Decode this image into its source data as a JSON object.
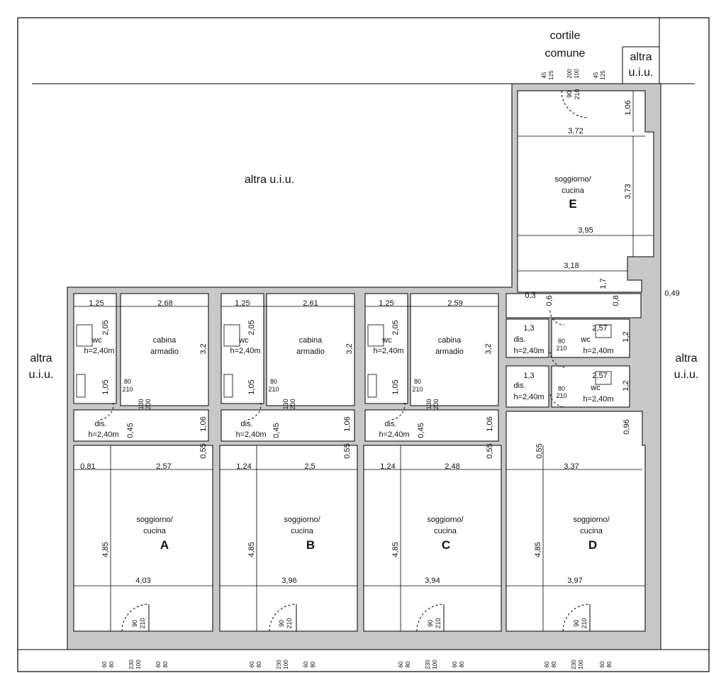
{
  "labels": {
    "courtyard_line1": "cortile",
    "courtyard_line2": "comune",
    "altra_top_right_1": "altra",
    "altra_top_right_2": "u.i.u.",
    "altra_center": "altra u.i.u.",
    "altra_left_1": "altra",
    "altra_left_2": "u.i.u.",
    "altra_right_1": "altra",
    "altra_right_2": "u.i.u."
  },
  "units": [
    {
      "letter": "A",
      "living1": "soggiorno/",
      "living2": "cucina",
      "closet1": "cabina",
      "closet2": "armadio",
      "wc": "wc",
      "wc_h": "h=2,40m",
      "dis": "dis.",
      "dis_h": "h=2,40m",
      "d_top1": "1,25",
      "d_top2": "2,68",
      "d_mid1": "0,81",
      "d_mid2": "2,57",
      "d_width": "4,03",
      "d_depth": "4,85",
      "d_wc": "2,05",
      "d_wc2": "1,05",
      "d_closet_h": "3,2",
      "d_dis_w": "0,45",
      "d_dis_h": "1,06",
      "d_pier": "0,55",
      "door_w": "90",
      "door_h": "210",
      "d_inner_w": "80",
      "d_inner_h": "210",
      "d_sl_w": "130",
      "d_sl_h": "200",
      "win_a": "60",
      "win_b": "80",
      "win_c": "230",
      "win_d": "100"
    },
    {
      "letter": "B",
      "living1": "soggiorno/",
      "living2": "cucina",
      "closet1": "cabina",
      "closet2": "armadio",
      "wc": "wc",
      "wc_h": "h=2,40m",
      "dis": "dis.",
      "dis_h": "h=2,40m",
      "d_top1": "1,25",
      "d_top2": "2,61",
      "d_mid1": "1,24",
      "d_mid2": "2,5",
      "d_width": "3,96",
      "d_depth": "4,85",
      "d_wc": "2,05",
      "d_wc2": "1,05",
      "d_closet_h": "3,2",
      "d_dis_w": "0,45",
      "d_dis_h": "1,06",
      "d_pier": "0,55",
      "door_w": "90",
      "door_h": "210",
      "d_inner_w": "80",
      "d_inner_h": "210",
      "d_sl_w": "130",
      "d_sl_h": "200",
      "win_a": "60",
      "win_b": "80",
      "win_c": "230",
      "win_d": "100"
    },
    {
      "letter": "C",
      "living1": "soggiorno/",
      "living2": "cucina",
      "closet1": "cabina",
      "closet2": "armadio",
      "wc": "wc",
      "wc_h": "h=2,40m",
      "dis": "dis.",
      "dis_h": "h=2,40m",
      "d_top1": "1,25",
      "d_top2": "2,59",
      "d_mid1": "1,24",
      "d_mid2": "2,48",
      "d_width": "3,94",
      "d_depth": "4,85",
      "d_wc": "2,05",
      "d_wc2": "1,05",
      "d_closet_h": "3,2",
      "d_dis_w": "0,45",
      "d_dis_h": "1,06",
      "d_pier": "0,55",
      "door_w": "90",
      "door_h": "210",
      "d_inner_w": "80",
      "d_inner_h": "210",
      "d_sl_w": "130",
      "d_sl_h": "200",
      "win_a": "60",
      "win_b": "80",
      "win_c": "230",
      "win_d": "100"
    }
  ],
  "unit_d": {
    "letter": "D",
    "living1": "soggiorno/",
    "living2": "cucina",
    "d_width": "3,97",
    "d_mid": "3,37",
    "d_depth": "4,85",
    "d_pier": "0,55",
    "d_side": "0,96",
    "door_w": "90",
    "door_h": "210",
    "win_a": "60",
    "win_b": "80",
    "win_c": "230",
    "win_d": "100"
  },
  "unit_e": {
    "letter": "E",
    "living1": "soggiorno/",
    "living2": "cucina",
    "d_top": "3,72",
    "d_mid": "3,95",
    "d_low": "3,18",
    "d_right": "1,06",
    "d_height": "3,73",
    "d_17": "1,7",
    "d_08": "0,8",
    "d_049": "0,49",
    "d_03": "0,3",
    "d_06": "0,6",
    "door_w": "90",
    "door_h": "210",
    "win_a": "45",
    "win_b": "125",
    "win_c": "200",
    "win_d": "100"
  },
  "services_de": {
    "dis": "dis.",
    "dis_h": "h=2,40m",
    "wc": "wc",
    "wc_h": "h=2,40m",
    "d_13": "1,3",
    "d_257": "2,57",
    "d_12": "1,2",
    "d_inner_w": "80",
    "d_inner_h": "210"
  }
}
